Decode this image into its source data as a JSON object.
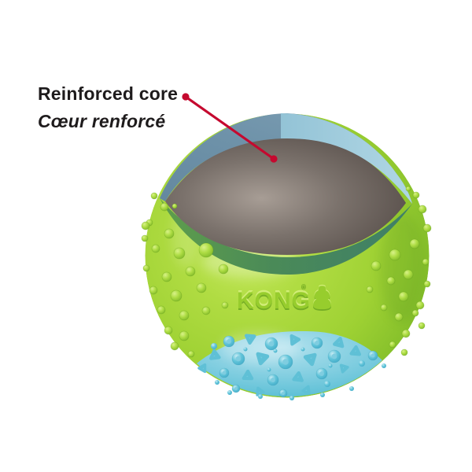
{
  "annotation": {
    "label_en": "Reinforced core",
    "label_fr": "Cœur renforcé"
  },
  "brand": {
    "logo_text": "KONG",
    "registered_mark": "®"
  },
  "colors": {
    "background": "#ffffff",
    "text": "#1e1b1c",
    "accent_red": "#c5092f",
    "band_green": "#9ed133",
    "logo_green": "#97cd2d",
    "bumps_green": "#aedd44",
    "cut_rim_blue": "#6e92a9",
    "cut_rim_blue_light": "#a5cfdf",
    "core_gray": "#7b726c",
    "shell_section_green": "#4a8a58",
    "bottom_blue": "#84cfe1",
    "texture_blue": "#63c5da"
  }
}
